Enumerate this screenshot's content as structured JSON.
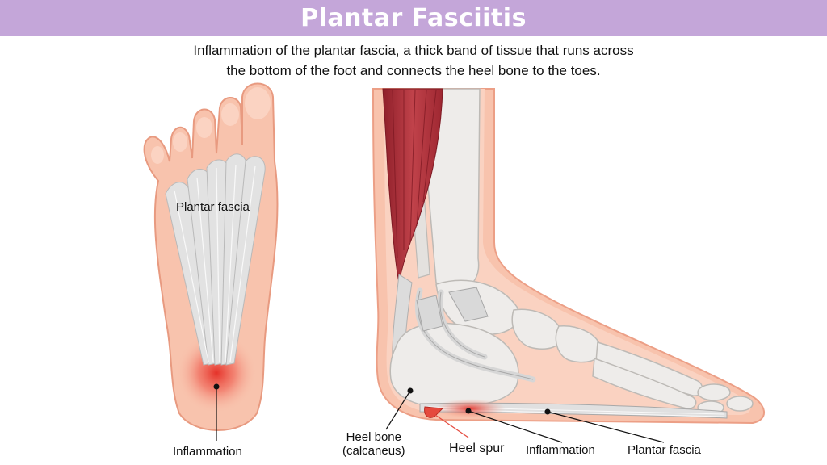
{
  "header": {
    "title": "Plantar Fasciitis",
    "background_color": "#c4a6d9"
  },
  "description": {
    "line1": "Inflammation of the plantar fascia, a thick band of tissue that runs across",
    "line2": "the bottom of the foot and connects the heel bone to the toes."
  },
  "sole_view": {
    "fascia_label": "Plantar fascia",
    "inflammation_label": "Inflammation"
  },
  "side_view": {
    "heel_bone_label_line1": "Heel bone",
    "heel_bone_label_line2": "(calcaneus)",
    "heel_spur_label": "Heel spur",
    "inflammation_label": "Inflammation",
    "fascia_label": "Plantar fascia"
  },
  "colors": {
    "skin": "#f8c3ad",
    "skin_dark": "#ee9d83",
    "muscle": "#b3333d",
    "bone": "#eeecea",
    "tendon": "#dcdcdc",
    "inflammation": "#e42a22"
  }
}
